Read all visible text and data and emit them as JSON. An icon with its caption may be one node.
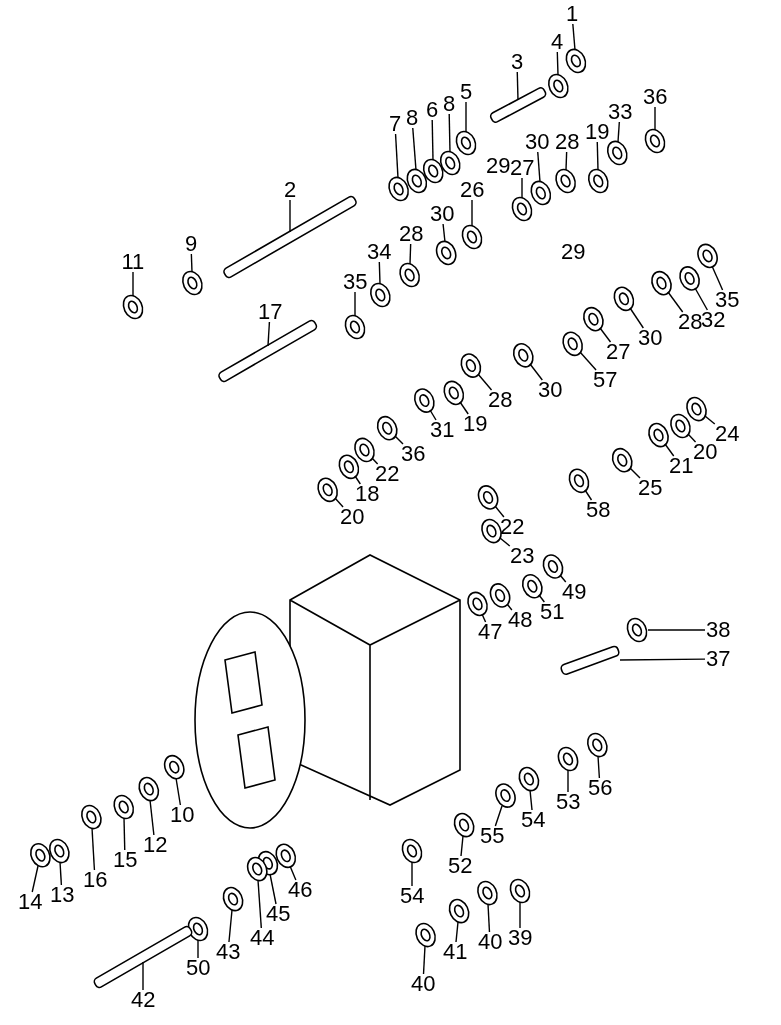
{
  "diagram": {
    "nodes": [
      {
        "text": [
          "1"
        ]
      },
      {
        "text": [
          "4"
        ]
      },
      {
        "text": [
          "3"
        ]
      },
      {
        "text": [
          "5"
        ]
      },
      {
        "text": [
          "8"
        ]
      },
      {
        "text": [
          "6"
        ]
      },
      {
        "text": [
          "8"
        ]
      },
      {
        "text": [
          "7"
        ]
      },
      {
        "text": [
          "36"
        ]
      },
      {
        "text": [
          "33"
        ]
      },
      {
        "text": [
          "19"
        ]
      },
      {
        "text": [
          "28"
        ]
      },
      {
        "text": [
          "30"
        ]
      },
      {
        "text": [
          "27"
        ]
      },
      {
        "text": [
          "26"
        ]
      },
      {
        "text": [
          "2"
        ]
      },
      {
        "text": [
          "30"
        ]
      },
      {
        "text": [
          "9"
        ]
      },
      {
        "text": [
          "11"
        ]
      },
      {
        "text": [
          "28"
        ]
      },
      {
        "text": [
          "34"
        ]
      },
      {
        "text": [
          "35"
        ]
      },
      {
        "text": [
          "17"
        ]
      },
      {
        "text": [
          "35"
        ]
      },
      {
        "text": [
          "32"
        ]
      },
      {
        "text": [
          "28"
        ]
      },
      {
        "text": [
          "30"
        ]
      },
      {
        "text": [
          "27"
        ]
      },
      {
        "text": [
          "57"
        ]
      },
      {
        "text": [
          "30"
        ]
      },
      {
        "text": [
          "28"
        ]
      },
      {
        "text": [
          "19"
        ]
      },
      {
        "text": [
          "31"
        ]
      },
      {
        "text": [
          "36"
        ]
      },
      {
        "text": [
          "22"
        ]
      },
      {
        "text": [
          "18"
        ]
      },
      {
        "text": [
          "20"
        ]
      },
      {
        "text": [
          "24"
        ]
      },
      {
        "text": [
          "20"
        ]
      },
      {
        "text": [
          "21"
        ]
      },
      {
        "text": [
          "25"
        ]
      },
      {
        "text": [
          "58"
        ]
      },
      {
        "text": [
          "22"
        ]
      },
      {
        "text": [
          "23"
        ]
      },
      {
        "text": [
          "49"
        ]
      },
      {
        "text": [
          "51"
        ]
      },
      {
        "text": [
          "48"
        ]
      },
      {
        "text": [
          "47"
        ]
      },
      {
        "text": [
          "38"
        ]
      },
      {
        "text": [
          "37"
        ]
      },
      {
        "text": [
          "56"
        ]
      },
      {
        "text": [
          "53"
        ]
      },
      {
        "text": [
          "54"
        ]
      },
      {
        "text": [
          "55"
        ]
      },
      {
        "text": [
          "52"
        ]
      },
      {
        "text": [
          "54"
        ]
      },
      {
        "text": [
          "39"
        ]
      },
      {
        "text": [
          "40"
        ]
      },
      {
        "text": [
          "41"
        ]
      },
      {
        "text": [
          "40"
        ]
      },
      {
        "text": [
          "10"
        ]
      },
      {
        "text": [
          "12"
        ]
      },
      {
        "text": [
          "15"
        ]
      },
      {
        "text": [
          "16"
        ]
      },
      {
        "text": [
          "13"
        ]
      },
      {
        "text": [
          "14"
        ]
      },
      {
        "text": [
          "46"
        ]
      },
      {
        "text": [
          "45"
        ]
      },
      {
        "text": [
          "44"
        ]
      },
      {
        "text": [
          "43"
        ]
      },
      {
        "text": [
          "50"
        ]
      },
      {
        "text": [
          "42"
        ]
      },
      {
        "text": [],
        "shape": "circle"
      },
      {
        "text": [],
        "shape": "circle"
      },
      {
        "text": [],
        "shape": "bar"
      },
      {
        "text": [],
        "shape": "circle"
      },
      {
        "text": [],
        "shape": "circle"
      },
      {
        "text": [],
        "shape": "circle"
      },
      {
        "text": [],
        "shape": "circle"
      },
      {
        "text": [],
        "shape": "circle"
      },
      {
        "text": [],
        "shape": "circle"
      },
      {
        "text": [],
        "shape": "circle"
      },
      {
        "text": [],
        "shape": "circle"
      },
      {
        "text": [],
        "shape": "circle"
      },
      {
        "text": [],
        "shape": "circle"
      },
      {
        "text": [],
        "shape": "circle"
      },
      {
        "text": [],
        "shape": "circle"
      },
      {
        "text": [],
        "shape": "bar"
      },
      {
        "text": [],
        "shape": "circle"
      },
      {
        "text": [],
        "shape": "circle"
      },
      {
        "text": [],
        "shape": "circle"
      },
      {
        "text": [],
        "shape": "circle"
      },
      {
        "text": [],
        "shape": "circle"
      },
      {
        "text": [],
        "shape": "circle"
      },
      {
        "text": [],
        "shape": "bar"
      },
      {
        "text": [],
        "shape": "circle"
      },
      {
        "text": [],
        "shape": "circle"
      },
      {
        "text": [],
        "shape": "circle"
      },
      {
        "text": [],
        "shape": "circle"
      },
      {
        "text": [],
        "shape": "circle"
      },
      {
        "text": [],
        "shape": "circle"
      },
      {
        "text": [],
        "shape": "circle"
      },
      {
        "text": [],
        "shape": "circle"
      },
      {
        "text": [],
        "shape": "circle"
      },
      {
        "text": [],
        "shape": "circle"
      },
      {
        "text": [],
        "shape": "circle"
      },
      {
        "text": [],
        "shape": "circle"
      },
      {
        "text": [],
        "shape": "circle"
      },
      {
        "text": [],
        "shape": "circle"
      },
      {
        "text": [],
        "shape": "circle"
      },
      {
        "text": [],
        "shape": "circle"
      },
      {
        "text": [],
        "shape": "circle"
      },
      {
        "text": [],
        "shape": "circle"
      },
      {
        "text": [],
        "shape": "circle"
      },
      {
        "text": [],
        "shape": "circle"
      },
      {
        "text": [],
        "shape": "circle"
      },
      {
        "text": [],
        "shape": "circle"
      },
      {
        "text": [],
        "shape": "circle"
      },
      {
        "text": [],
        "shape": "circle"
      },
      {
        "text": [],
        "shape": "circle"
      },
      {
        "text": [],
        "shape": "circle"
      },
      {
        "text": [],
        "shape": "bar"
      },
      {
        "text": [],
        "shape": "circle"
      },
      {
        "text": [],
        "shape": "circle"
      },
      {
        "text": [],
        "shape": "circle"
      },
      {
        "text": [],
        "shape": "circle"
      },
      {
        "text": [],
        "shape": "circle"
      },
      {
        "text": [],
        "shape": "circle"
      },
      {
        "text": [],
        "shape": "circle"
      },
      {
        "text": [],
        "shape": "circle"
      },
      {
        "text": [],
        "shape": "circle"
      },
      {
        "text": [],
        "shape": "circle"
      },
      {
        "text": [],
        "shape": "circle"
      },
      {
        "text": [],
        "shape": "circle"
      },
      {
        "text": [],
        "shape": "circle"
      },
      {
        "text": [],
        "shape": "circle"
      },
      {
        "text": [],
        "shape": "circle"
      },
      {
        "text": [],
        "shape": "circle"
      },
      {
        "text": [],
        "shape": "circle"
      },
      {
        "text": [],
        "shape": "circle"
      },
      {
        "text": [],
        "shape": "circle"
      },
      {
        "text": [],
        "shape": "circle"
      },
      {
        "text": [],
        "shape": "circle"
      },
      {
        "text": [],
        "shape": "bar"
      }
    ],
    "edges": [
      {
        "from": 0,
        "to": 72,
        "arrow": "none"
      },
      {
        "from": 1,
        "to": 73,
        "arrow": "none"
      },
      {
        "from": 2,
        "to": 74,
        "arrow": "none"
      },
      {
        "from": 3,
        "to": 75,
        "arrow": "none"
      },
      {
        "from": 4,
        "to": 76,
        "arrow": "none"
      },
      {
        "from": 5,
        "to": 77,
        "arrow": "none"
      },
      {
        "from": 6,
        "to": 78,
        "arrow": "none"
      },
      {
        "from": 7,
        "to": 79,
        "arrow": "none"
      },
      {
        "from": 8,
        "to": 80,
        "arrow": "none"
      },
      {
        "from": 9,
        "to": 81,
        "arrow": "none"
      },
      {
        "from": 10,
        "to": 82,
        "arrow": "none"
      },
      {
        "from": 11,
        "to": 83,
        "arrow": "none"
      },
      {
        "from": 12,
        "to": 84,
        "arrow": "none"
      },
      {
        "from": 13,
        "to": 85,
        "arrow": "none"
      },
      {
        "from": 14,
        "to": 86,
        "arrow": "none"
      },
      {
        "from": 15,
        "to": 87,
        "arrow": "none"
      },
      {
        "from": 16,
        "to": 88,
        "arrow": "none"
      },
      {
        "from": 17,
        "to": 89,
        "arrow": "none"
      },
      {
        "from": 18,
        "to": 90,
        "arrow": "none"
      },
      {
        "from": 19,
        "to": 91,
        "arrow": "none"
      },
      {
        "from": 20,
        "to": 92,
        "arrow": "none"
      },
      {
        "from": 21,
        "to": 93,
        "arrow": "none"
      },
      {
        "from": 22,
        "to": 94,
        "arrow": "none"
      },
      {
        "from": 23,
        "to": 95,
        "arrow": "none"
      },
      {
        "from": 24,
        "to": 96,
        "arrow": "none"
      },
      {
        "from": 25,
        "to": 97,
        "arrow": "none"
      },
      {
        "from": 26,
        "to": 98,
        "arrow": "none"
      },
      {
        "from": 27,
        "to": 99,
        "arrow": "none"
      },
      {
        "from": 28,
        "to": 100,
        "arrow": "none"
      },
      {
        "from": 29,
        "to": 101,
        "arrow": "none"
      },
      {
        "from": 30,
        "to": 102,
        "arrow": "none"
      },
      {
        "from": 31,
        "to": 103,
        "arrow": "none"
      },
      {
        "from": 32,
        "to": 104,
        "arrow": "none"
      },
      {
        "from": 33,
        "to": 105,
        "arrow": "none"
      },
      {
        "from": 34,
        "to": 106,
        "arrow": "none"
      },
      {
        "from": 35,
        "to": 107,
        "arrow": "none"
      },
      {
        "from": 36,
        "to": 108,
        "arrow": "none"
      },
      {
        "from": 37,
        "to": 109,
        "arrow": "none"
      },
      {
        "from": 38,
        "to": 110,
        "arrow": "none"
      },
      {
        "from": 39,
        "to": 111,
        "arrow": "none"
      },
      {
        "from": 40,
        "to": 112,
        "arrow": "none"
      },
      {
        "from": 41,
        "to": 113,
        "arrow": "none"
      },
      {
        "from": 42,
        "to": 114,
        "arrow": "none"
      },
      {
        "from": 43,
        "to": 115,
        "arrow": "none"
      },
      {
        "from": 44,
        "to": 116,
        "arrow": "none"
      },
      {
        "from": 45,
        "to": 117,
        "arrow": "none"
      },
      {
        "from": 46,
        "to": 118,
        "arrow": "none"
      },
      {
        "from": 47,
        "to": 119,
        "arrow": "none"
      },
      {
        "from": 48,
        "to": 120,
        "arrow": "none"
      },
      {
        "from": 49,
        "to": 121,
        "arrow": "none"
      },
      {
        "from": 50,
        "to": 122,
        "arrow": "none"
      },
      {
        "from": 51,
        "to": 123,
        "arrow": "none"
      },
      {
        "from": 52,
        "to": 124,
        "arrow": "none"
      },
      {
        "from": 53,
        "to": 125,
        "arrow": "none"
      },
      {
        "from": 54,
        "to": 126,
        "arrow": "none"
      },
      {
        "from": 55,
        "to": 127,
        "arrow": "none"
      },
      {
        "from": 56,
        "to": 128,
        "arrow": "none"
      },
      {
        "from": 57,
        "to": 129,
        "arrow": "none"
      },
      {
        "from": 58,
        "to": 130,
        "arrow": "none"
      },
      {
        "from": 59,
        "to": 131,
        "arrow": "none"
      },
      {
        "from": 60,
        "to": 132,
        "arrow": "none"
      },
      {
        "from": 61,
        "to": 133,
        "arrow": "none"
      },
      {
        "from": 62,
        "to": 134,
        "arrow": "none"
      },
      {
        "from": 63,
        "to": 135,
        "arrow": "none"
      },
      {
        "from": 64,
        "to": 136,
        "arrow": "none"
      },
      {
        "from": 65,
        "to": 137,
        "arrow": "none"
      },
      {
        "from": 66,
        "to": 138,
        "arrow": "none"
      },
      {
        "from": 67,
        "to": 139,
        "arrow": "none"
      },
      {
        "from": 68,
        "to": 140,
        "arrow": "none"
      },
      {
        "from": 69,
        "to": 141,
        "arrow": "none"
      },
      {
        "from": 70,
        "to": 142,
        "arrow": "none"
      },
      {
        "from": 71,
        "to": 143,
        "arrow": "none"
      }
    ],
    "labels": [
      "29",
      "29"
    ]
  }
}
